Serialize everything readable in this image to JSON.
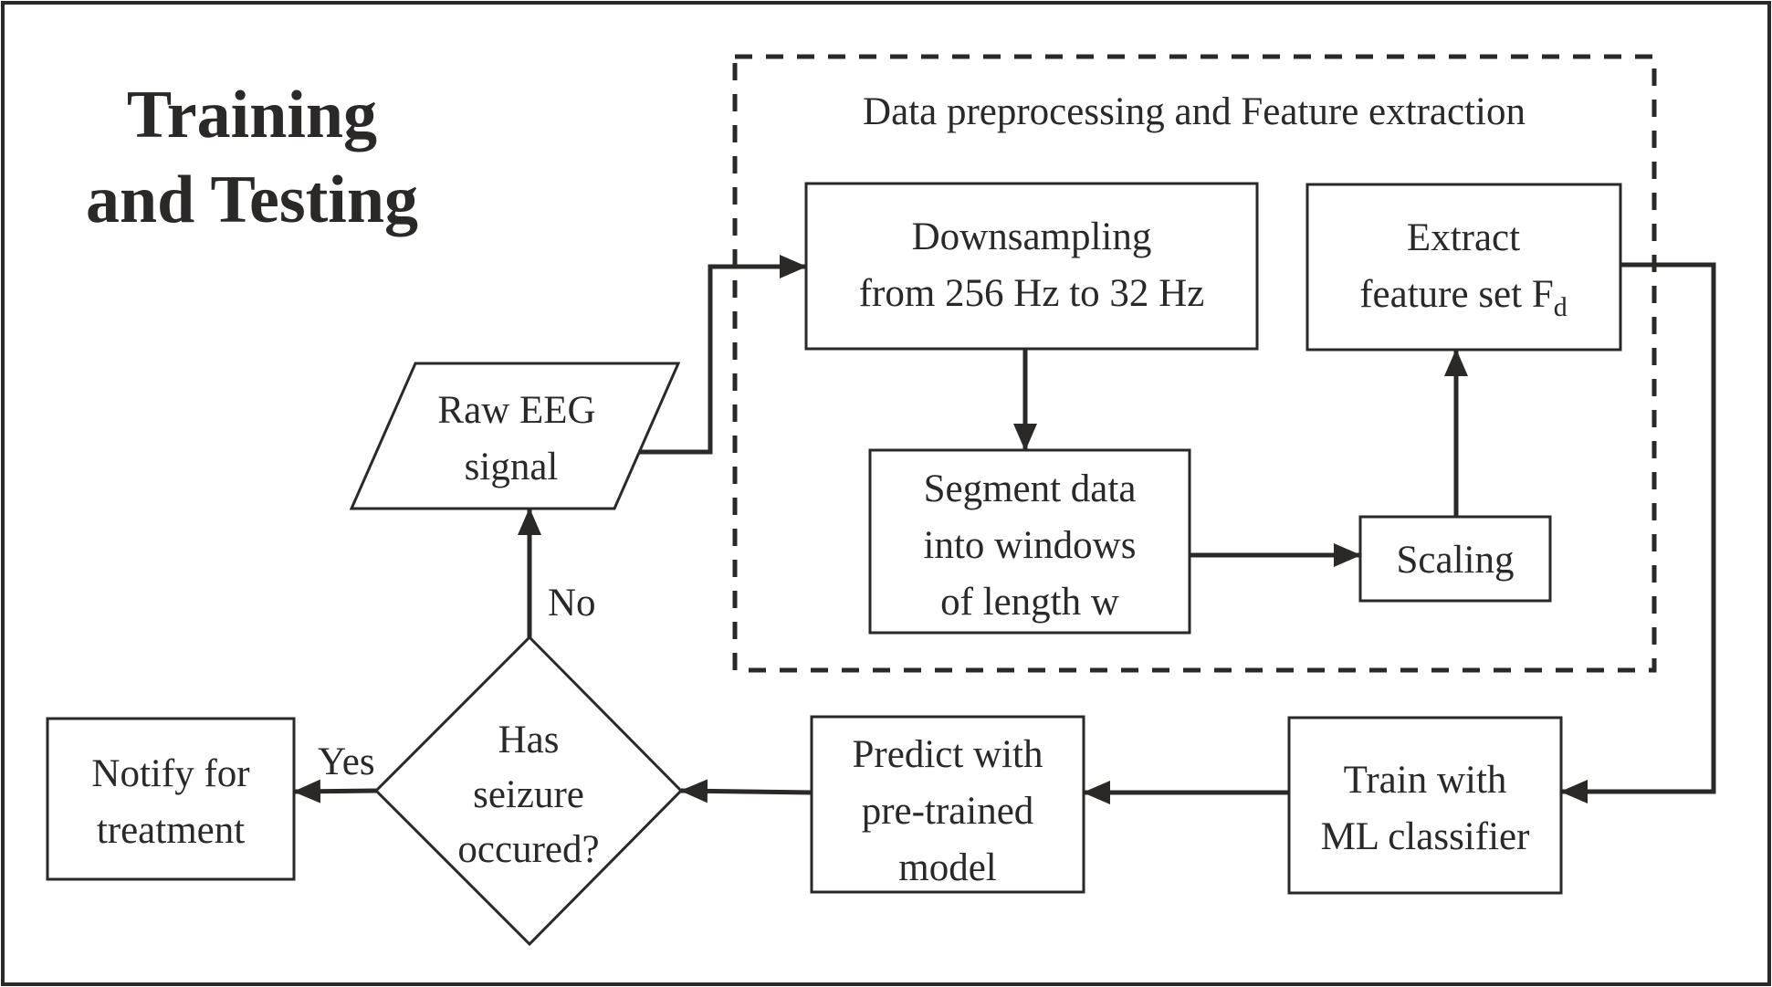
{
  "title": {
    "line1": "Training",
    "line2": "and Testing"
  },
  "dashed_group": {
    "label": "Data preprocessing and Feature extraction"
  },
  "nodes": {
    "raw_eeg": {
      "line1": "Raw EEG",
      "line2": "signal"
    },
    "downsampling": {
      "line1": "Downsampling",
      "line2": "from 256 Hz to 32 Hz"
    },
    "segment": {
      "line1": "Segment data",
      "line2": "into windows",
      "line3": "of length w"
    },
    "scaling": {
      "label": "Scaling"
    },
    "extract": {
      "line1": "Extract",
      "line2_main": "feature set F",
      "line2_sub": "d"
    },
    "train": {
      "line1": "Train with",
      "line2": "ML classifier"
    },
    "predict": {
      "line1": "Predict with",
      "line2": "pre-trained",
      "line3": "model"
    },
    "decision": {
      "line1": "Has",
      "line2": "seizure",
      "line3": "occured?"
    },
    "notify": {
      "line1": "Notify for",
      "line2": "treatment"
    }
  },
  "edges": {
    "yes_label": "Yes",
    "no_label": "No"
  },
  "colors": {
    "ink": "#2b2828",
    "background": "#ffffff"
  }
}
